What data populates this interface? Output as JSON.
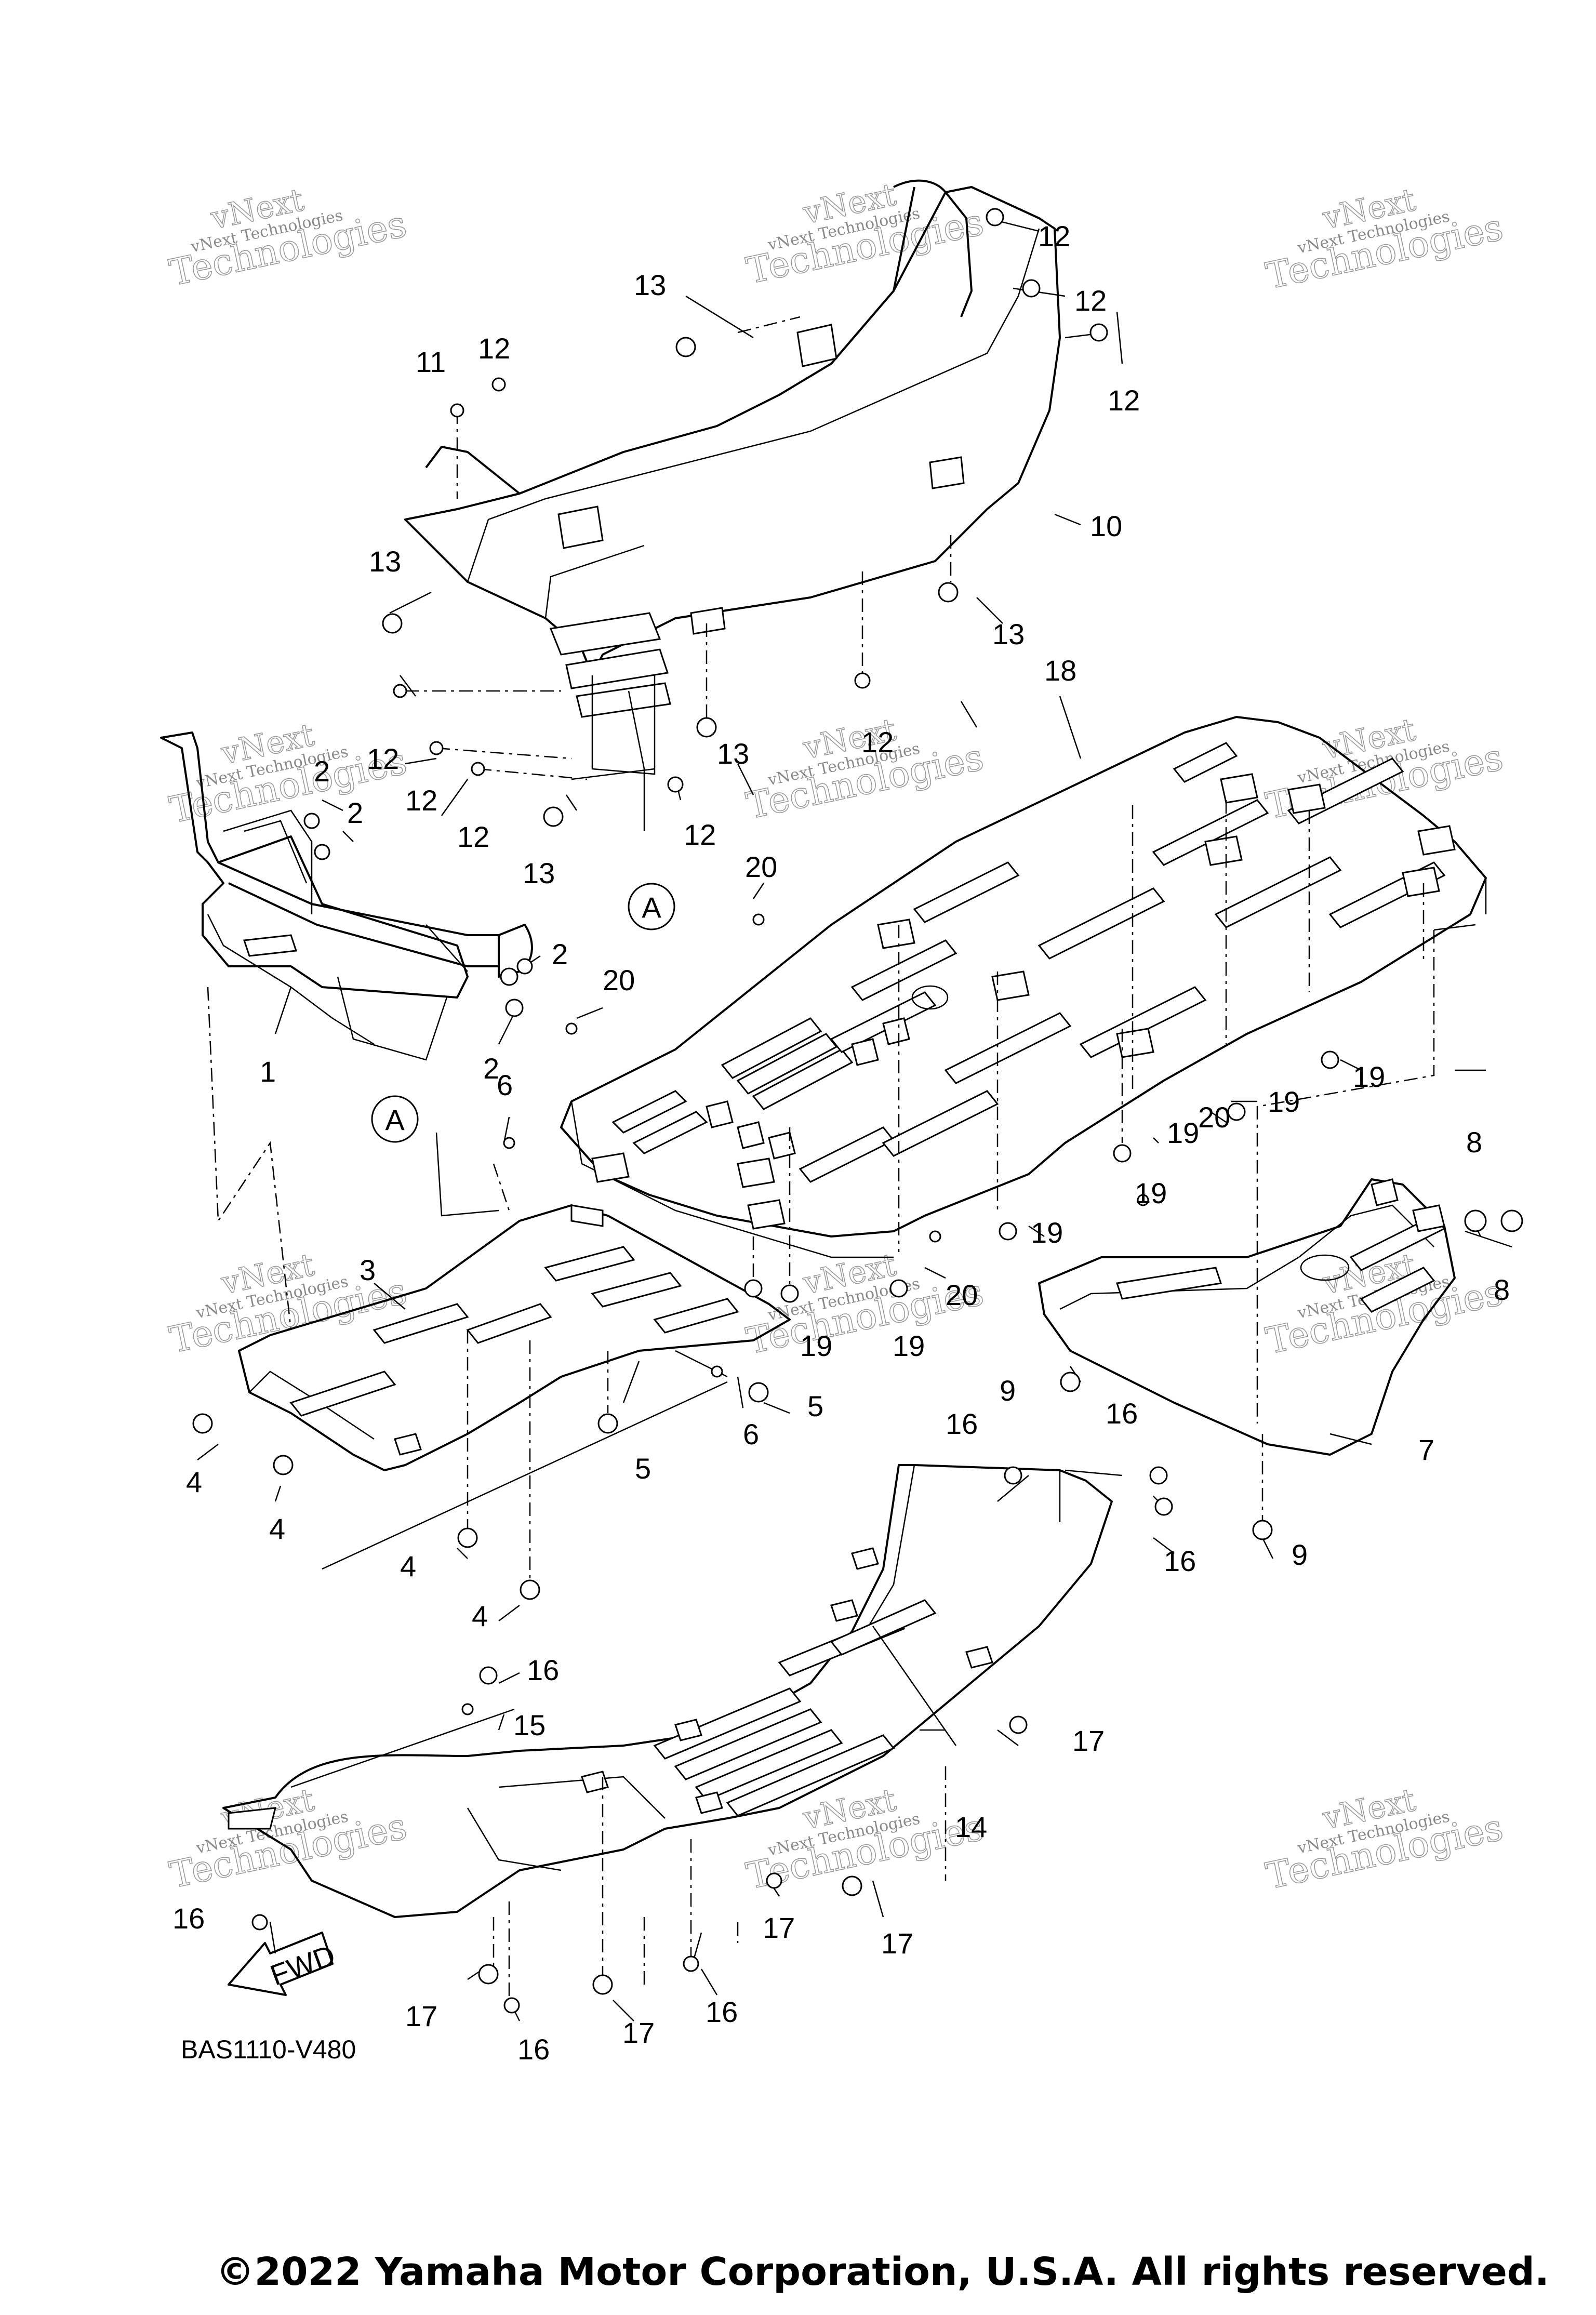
{
  "diagram": {
    "callouts": [
      "1",
      "2",
      "3",
      "4",
      "5",
      "6",
      "7",
      "8",
      "9",
      "10",
      "11",
      "12",
      "13",
      "14",
      "15",
      "16",
      "17",
      "18",
      "19",
      "20"
    ],
    "reference_marks": [
      "A",
      "A"
    ],
    "direction_arrow": "FWD",
    "drawing_code": "BAS1110-V480",
    "watermark": {
      "line1": "vNext",
      "line2": "Technologies",
      "combined": "vNext Technologies"
    }
  },
  "footer": {
    "copyright": "©2022 Yamaha Motor Corporation, U.S.A. All rights reserved."
  },
  "colors": {
    "line": "#000000",
    "background": "#ffffff",
    "watermark": "#9a9a9a"
  }
}
